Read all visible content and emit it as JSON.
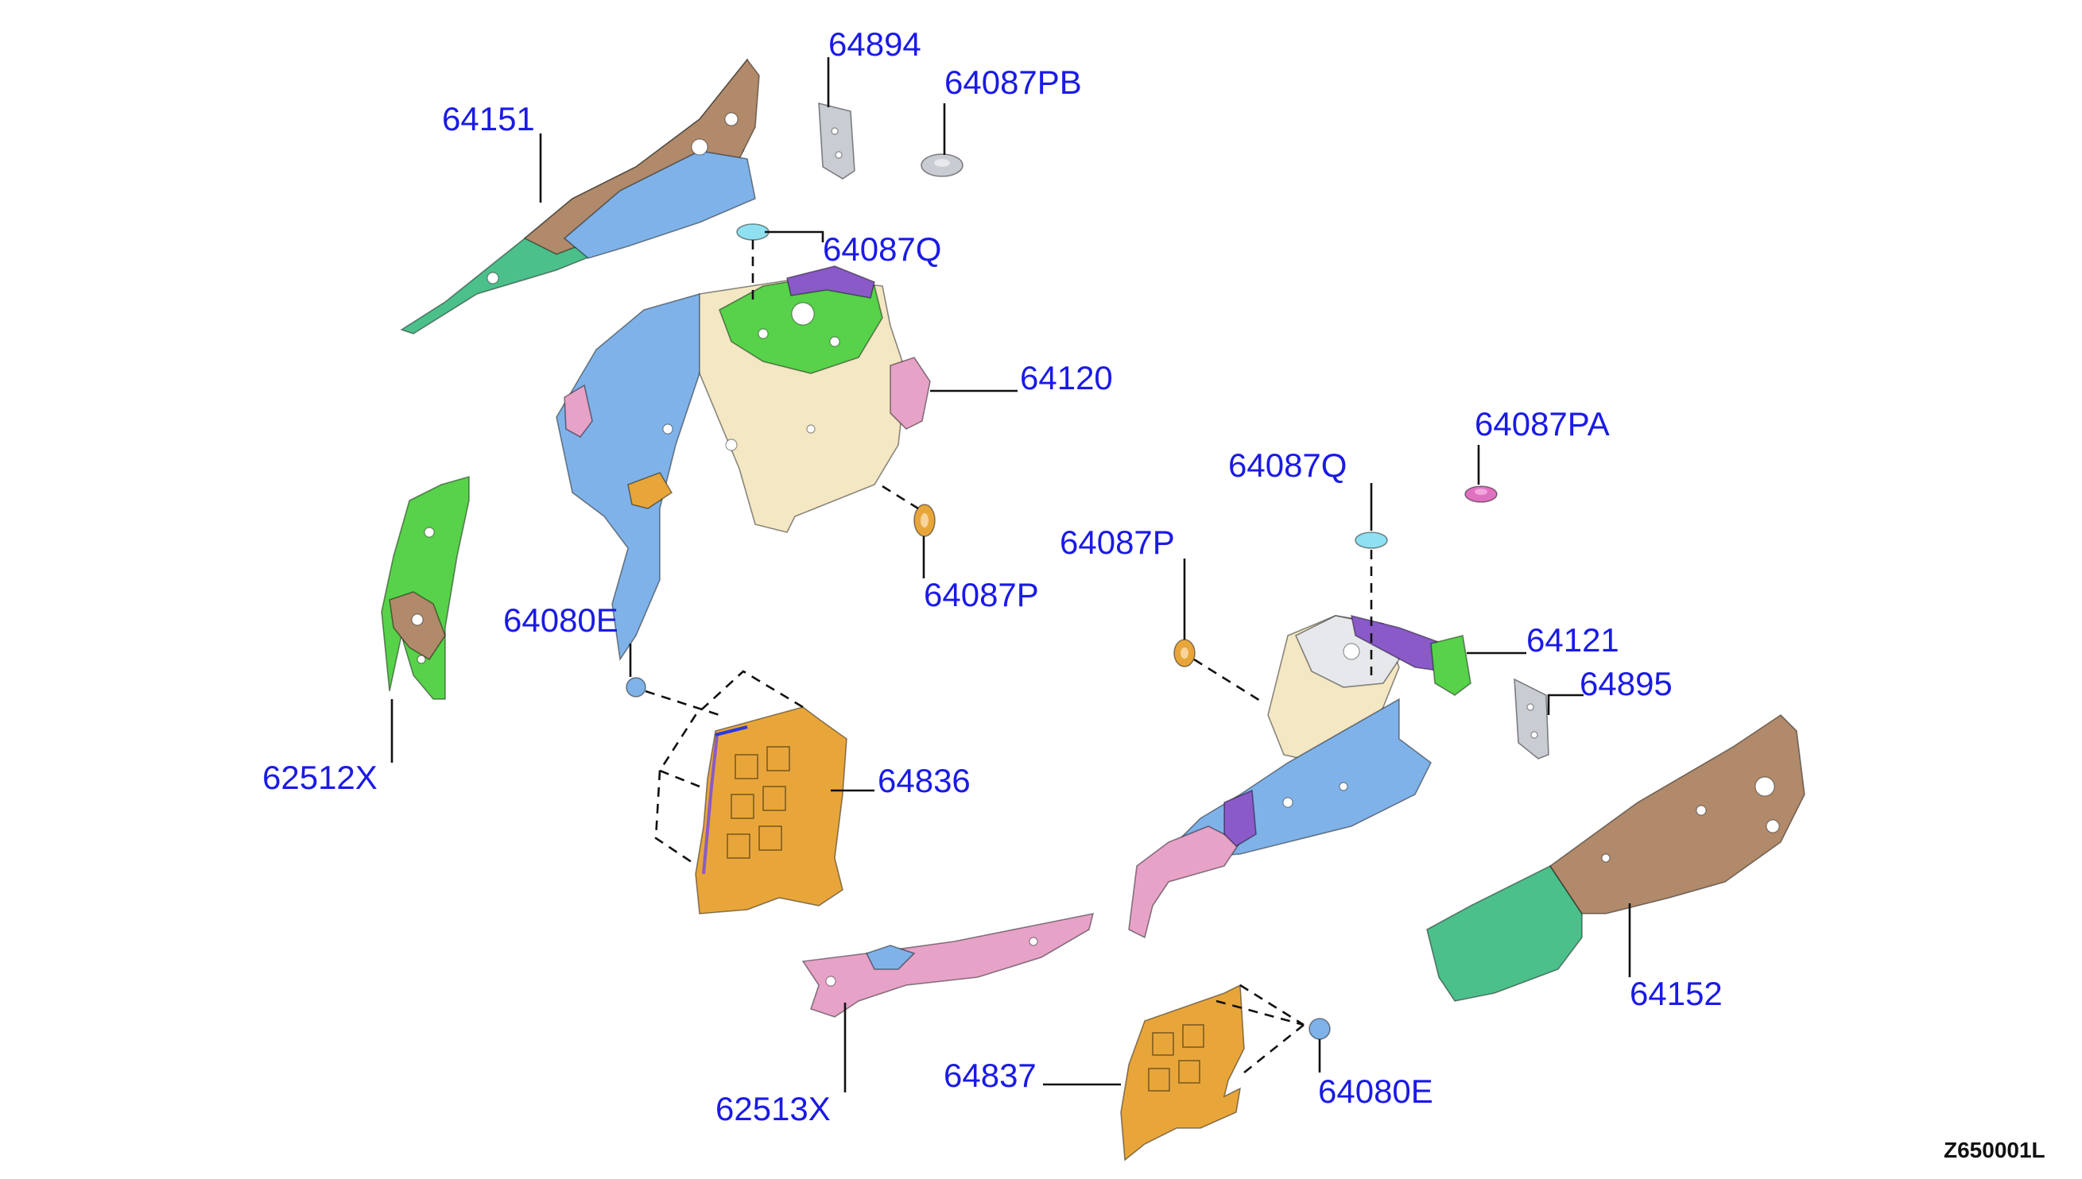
{
  "callouts": {
    "p64151": "64151",
    "p64894": "64894",
    "p64087PB": "64087PB",
    "p64087Q_top": "64087Q",
    "p64120": "64120",
    "p64087P_left": "64087P",
    "p64087PA": "64087PA",
    "p64087Q_right": "64087Q",
    "p64087P_right": "64087P",
    "p64121": "64121",
    "p64895": "64895",
    "p64080E_left": "64080E",
    "p62512X": "62512X",
    "p64836": "64836",
    "p64152": "64152",
    "p62513X": "62513X",
    "p64837": "64837",
    "p64080E_right": "64080E"
  },
  "diagram_code": "Z650001L",
  "colors": {
    "callout_text": "#1a1ae6",
    "brown": "#b08a6a",
    "green_teal": "#4cc08a",
    "light_blue": "#7fb2e8",
    "cream": "#f3e7c4",
    "bright_green": "#57d24a",
    "pink": "#e7a2c8",
    "purple": "#8a5ac8",
    "orange": "#e8a63a",
    "gray_plate": "#c9ccd2",
    "cyan_cap": "#8fe0f0",
    "magenta_cap": "#e070c0"
  }
}
